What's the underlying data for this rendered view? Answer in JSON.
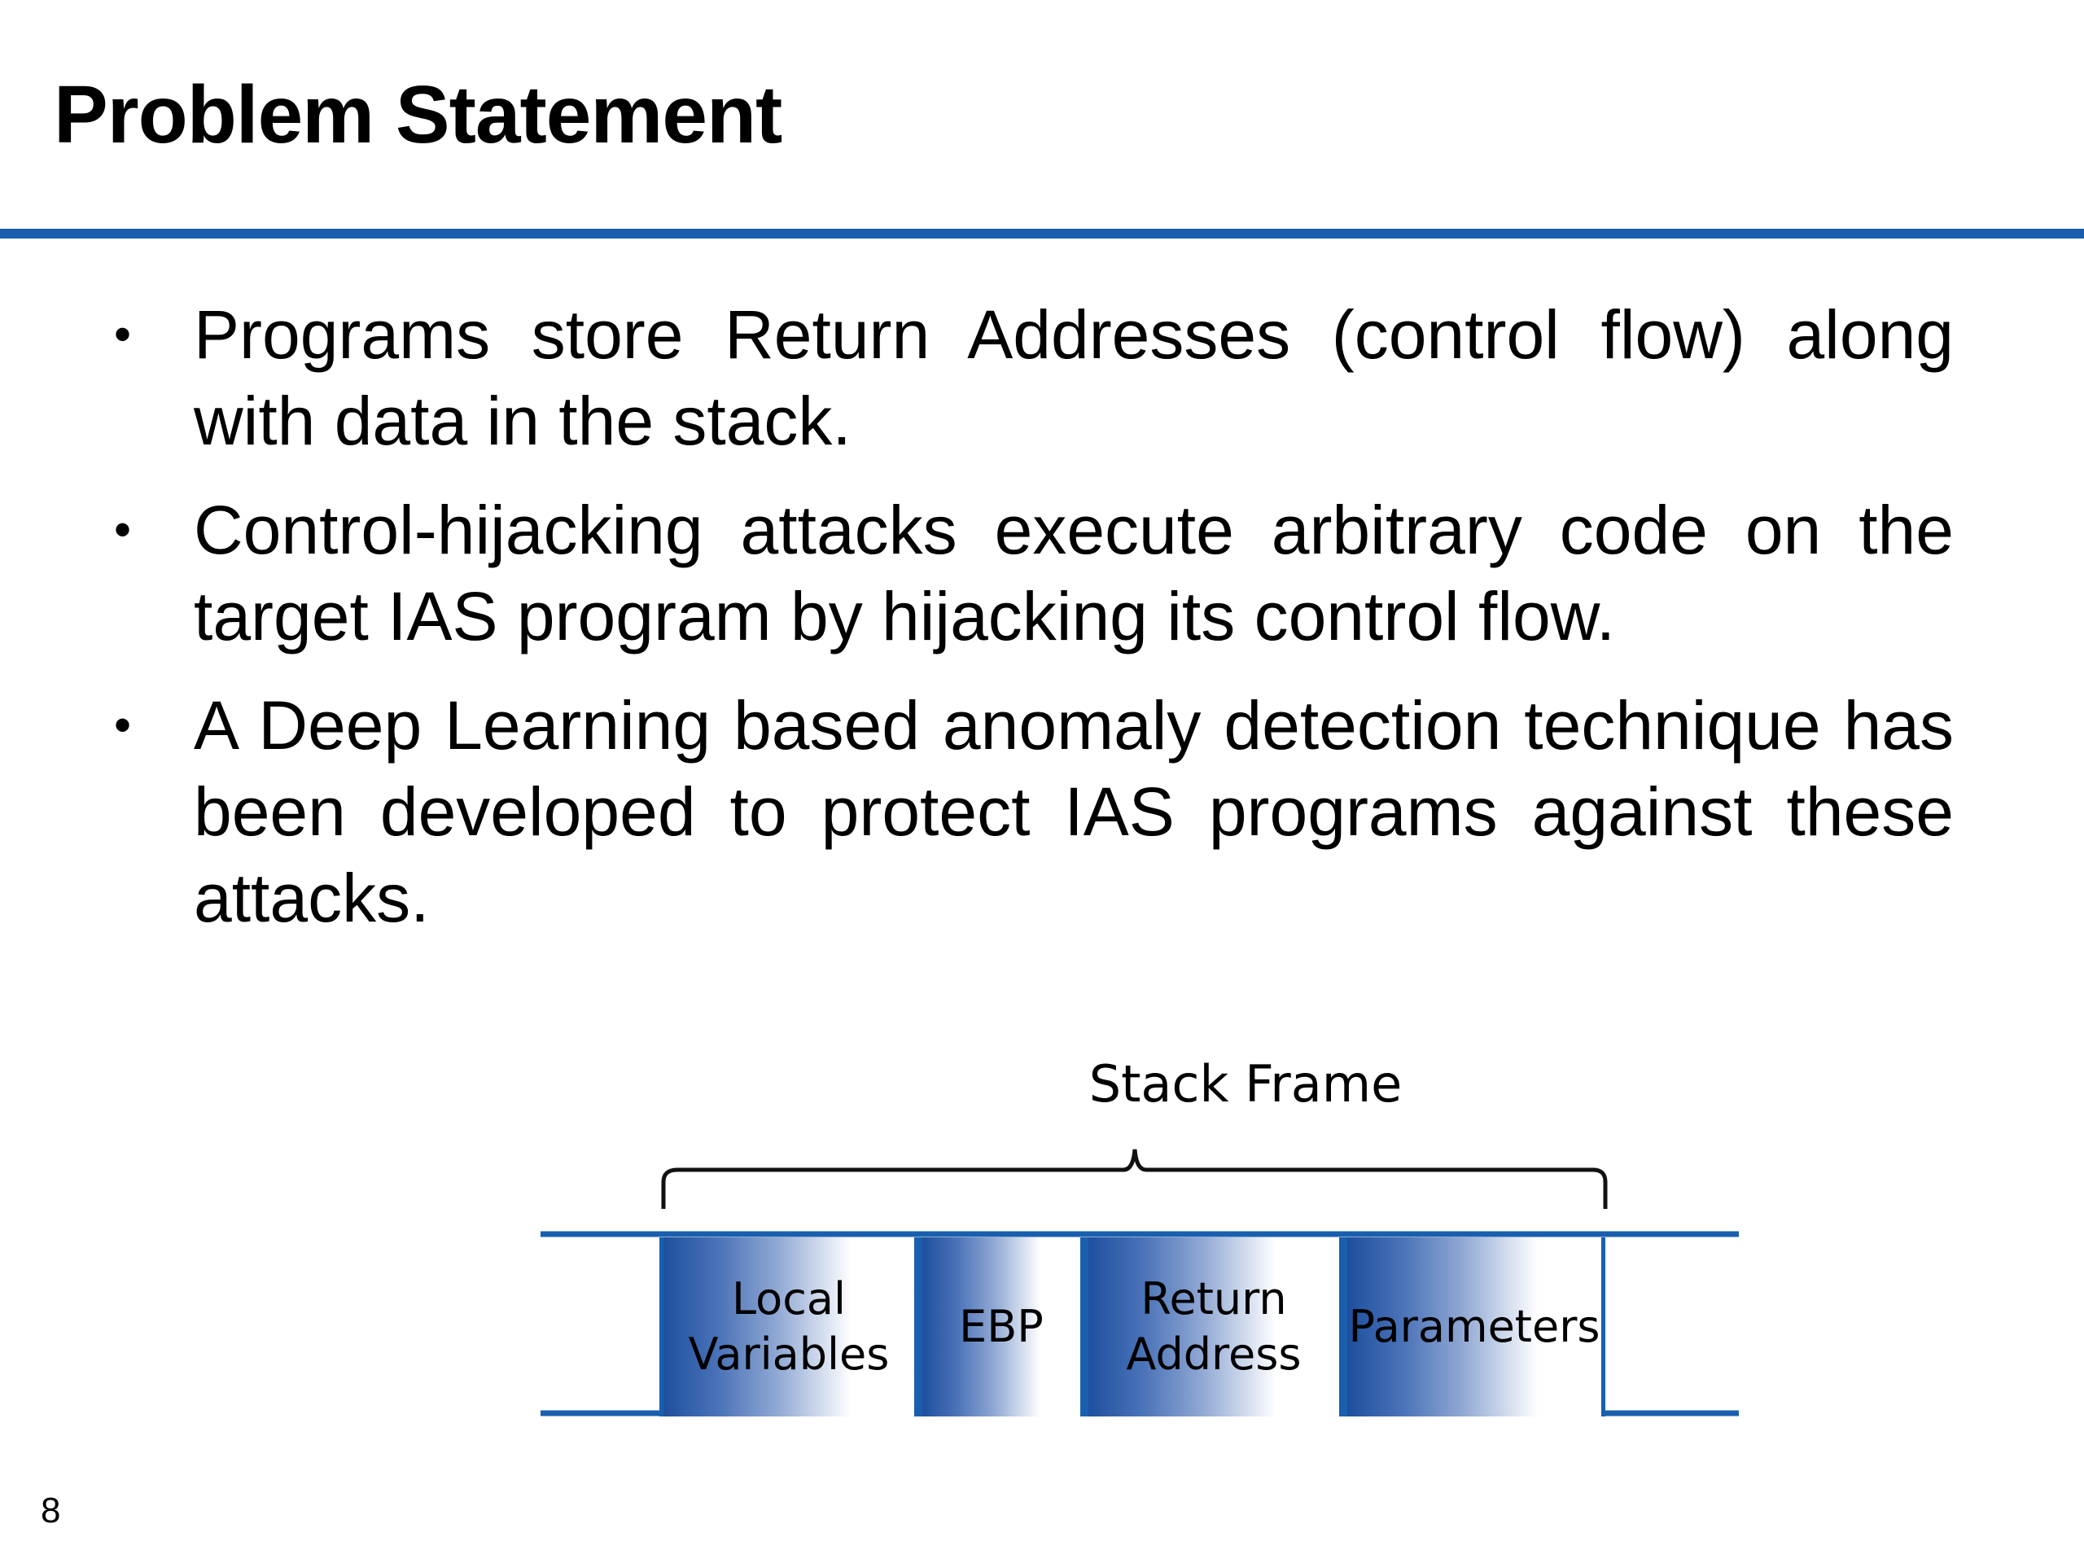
{
  "slide": {
    "title": "Problem Statement",
    "page_number": "8"
  },
  "bullets": [
    {
      "text": "Programs store Return Addresses (control flow) along with data in the stack."
    },
    {
      "text": "Control-hijacking attacks execute arbitrary code on the target IAS program by hijacking  its control flow."
    },
    {
      "text": "A Deep Learning based anomaly detection technique has been developed to protect IAS programs against these attacks."
    }
  ],
  "bullet_glyph": "•",
  "diagram": {
    "label": "Stack Frame",
    "cells": [
      {
        "label": "Local\nVariables"
      },
      {
        "label": "EBP"
      },
      {
        "label": "Return\nAddress"
      },
      {
        "label": "Parameters"
      }
    ],
    "colors": {
      "accent": "#1a5fad",
      "gradient_dark": "#1e4f9e"
    }
  }
}
